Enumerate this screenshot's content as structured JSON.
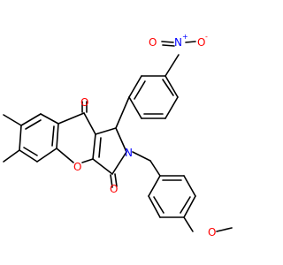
{
  "colors": {
    "bond": "#000000",
    "oxygen": "#ff0000",
    "nitrogen": "#0000ff",
    "background": "#ffffff"
  },
  "atoms": {
    "nitro_o_left": "O",
    "nitro_n": "N",
    "nitro_o_right": "O",
    "nitro_plus": "+",
    "nitro_minus": "-",
    "ketone_o": "O",
    "pyran_o": "O",
    "lactam_o": "O",
    "ring_n": "N",
    "methoxy_o": "O"
  }
}
